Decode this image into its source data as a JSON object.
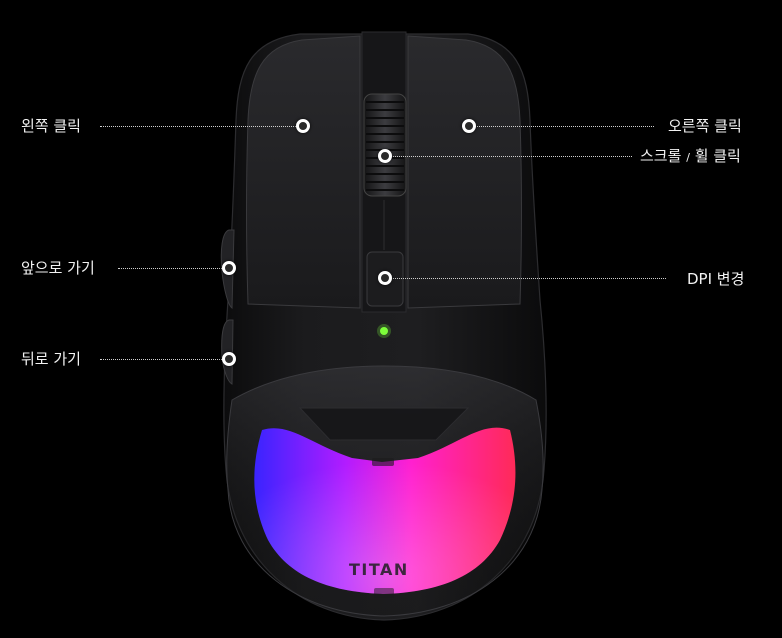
{
  "labels": {
    "left_click": "왼쪽 클릭",
    "right_click": "오른쪽 클릭",
    "scroll_main": "스크롤",
    "scroll_sep": "/",
    "scroll_wheel": "휠 클릭",
    "forward": "앞으로 가기",
    "back": "뒤로 가기",
    "dpi": "DPI 변경"
  },
  "brand": "TITAN",
  "colors": {
    "background": "#000000",
    "body": "#18181a",
    "led": "#7dff3a",
    "rgb_start": "#4a2aff",
    "rgb_mid": "#ff22cc",
    "rgb_end": "#ff2a5a"
  }
}
